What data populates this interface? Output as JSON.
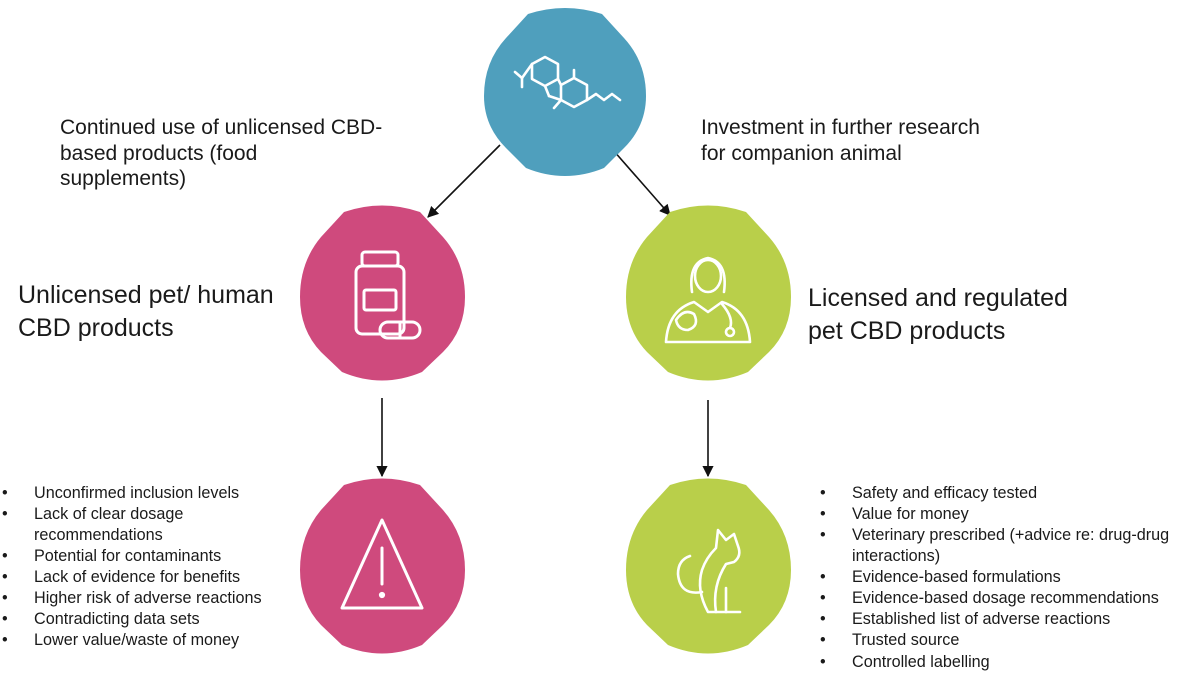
{
  "colors": {
    "top_node": "#4f9fbd",
    "left_nodes": "#cf4a7d",
    "right_nodes": "#b9cf4a",
    "icon_stroke": "#ffffff",
    "arrow": "#111111"
  },
  "nodes": {
    "top": {
      "icon": "cbd-molecule-icon"
    },
    "left_product": {
      "icon": "medicine-bottle-icon",
      "label": "Unlicensed pet/ human\nCBD products"
    },
    "right_product": {
      "icon": "veterinarian-icon",
      "label": "Licensed and regulated\npet CBD products"
    },
    "left_outcome": {
      "icon": "warning-icon"
    },
    "right_outcome": {
      "icon": "cat-icon"
    }
  },
  "edges": {
    "left_label": "Continued use of unlicensed CBD-\nbased products (food\nsupplements)",
    "right_label": "Investment in further research\nfor companion animal"
  },
  "lists": {
    "risks": [
      "Unconfirmed inclusion levels",
      "Lack of clear dosage recommendations",
      "Potential for contaminants",
      "Lack of evidence for benefits",
      "Higher risk of adverse reactions",
      "Contradicting data sets",
      "Lower value/waste of money"
    ],
    "benefits": [
      "Safety and efficacy tested",
      "Value for money",
      "Veterinary prescribed (+advice re: drug-drug interactions)",
      "Evidence-based formulations",
      "Evidence-based dosage recommendations",
      "Established list of adverse reactions",
      "Trusted source",
      "Controlled labelling"
    ]
  }
}
